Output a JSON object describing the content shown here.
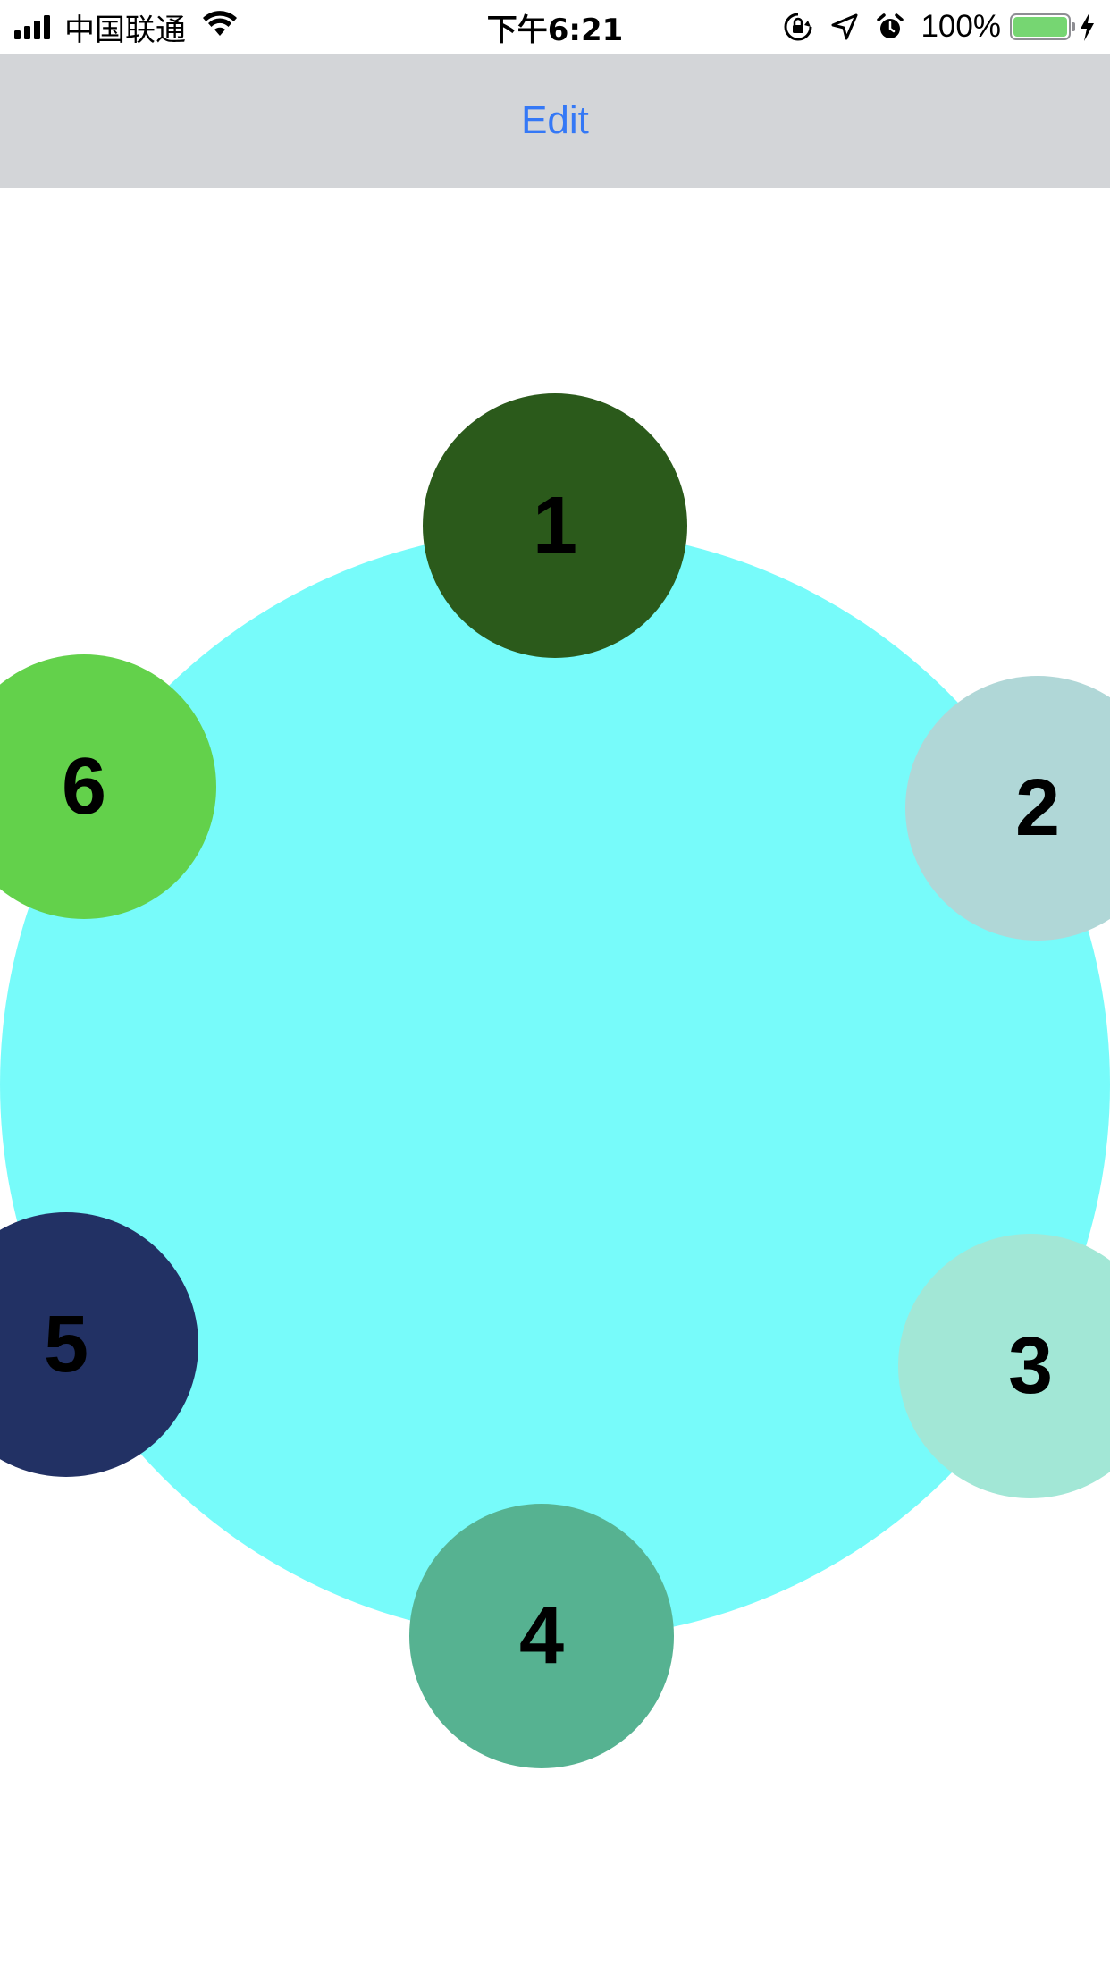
{
  "status_bar": {
    "carrier": "中国联通",
    "time": "下午6:21",
    "battery_percent": "100%",
    "battery_level": 1.0,
    "icons": [
      "signal-icon",
      "wifi-icon",
      "orientation-lock-icon",
      "location-icon",
      "alarm-icon",
      "battery-icon",
      "charging-icon"
    ]
  },
  "nav": {
    "edit_label": "Edit"
  },
  "circle_menu": {
    "items": [
      {
        "label": "1"
      },
      {
        "label": "2"
      },
      {
        "label": "3"
      },
      {
        "label": "4"
      },
      {
        "label": "5"
      },
      {
        "label": "6"
      }
    ]
  },
  "colors": {
    "nav_background": "#d3d5d8",
    "accent": "#3478f6",
    "big_circle": "#77fbfa",
    "battery": "#76d672",
    "node_1": "#2b5a1b",
    "node_2": "#b0d7d7",
    "node_3": "#a2e7d6",
    "node_4": "#56b291",
    "node_5": "#223164",
    "node_6": "#63d14b"
  }
}
